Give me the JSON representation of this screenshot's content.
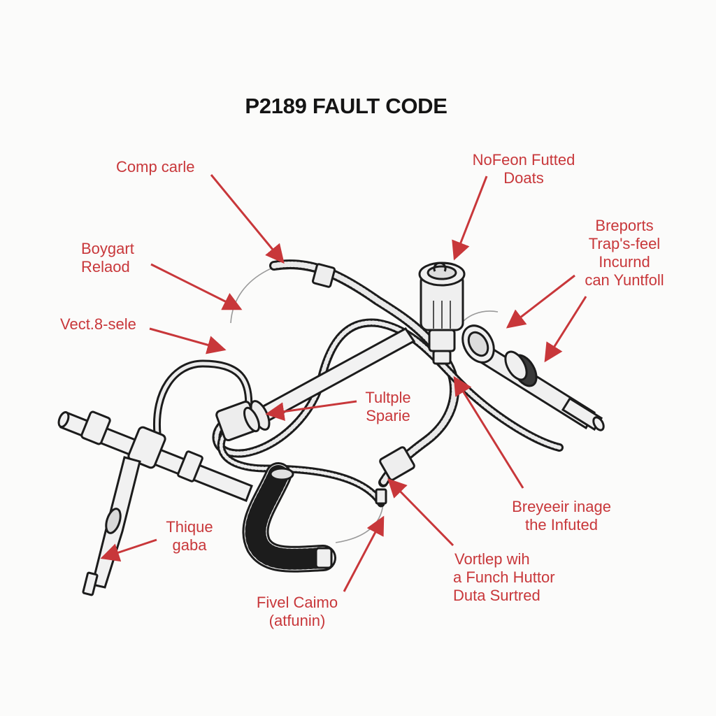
{
  "title": "P2189 FAULT CODE",
  "colors": {
    "label": "#c8373a",
    "arrow": "#c8373a",
    "line": "#1c1c1c",
    "fill": "#efefef",
    "background": "#fbfbfa"
  },
  "labels": {
    "comp_carle": [
      "Comp carle"
    ],
    "nofeon": [
      "NoFeon Futted",
      "Doats"
    ],
    "breports": [
      "Breports",
      "Trap's-feel",
      "Incurnd",
      "can Yuntfoll"
    ],
    "boygart": [
      "Boygart",
      "Relaod"
    ],
    "vect": [
      "Vect.8-sele"
    ],
    "tultple": [
      "Tultple",
      "Sparie"
    ],
    "breyeeir": [
      "Breyeeir inage",
      "the Infuted"
    ],
    "thique": [
      "Thique",
      "gaba"
    ],
    "vortlep": [
      "Vortlep wih",
      "a Funch Huttor",
      "Duta Surtred"
    ],
    "fivel": [
      "Fivel Caimo",
      "(atfunin)"
    ]
  }
}
